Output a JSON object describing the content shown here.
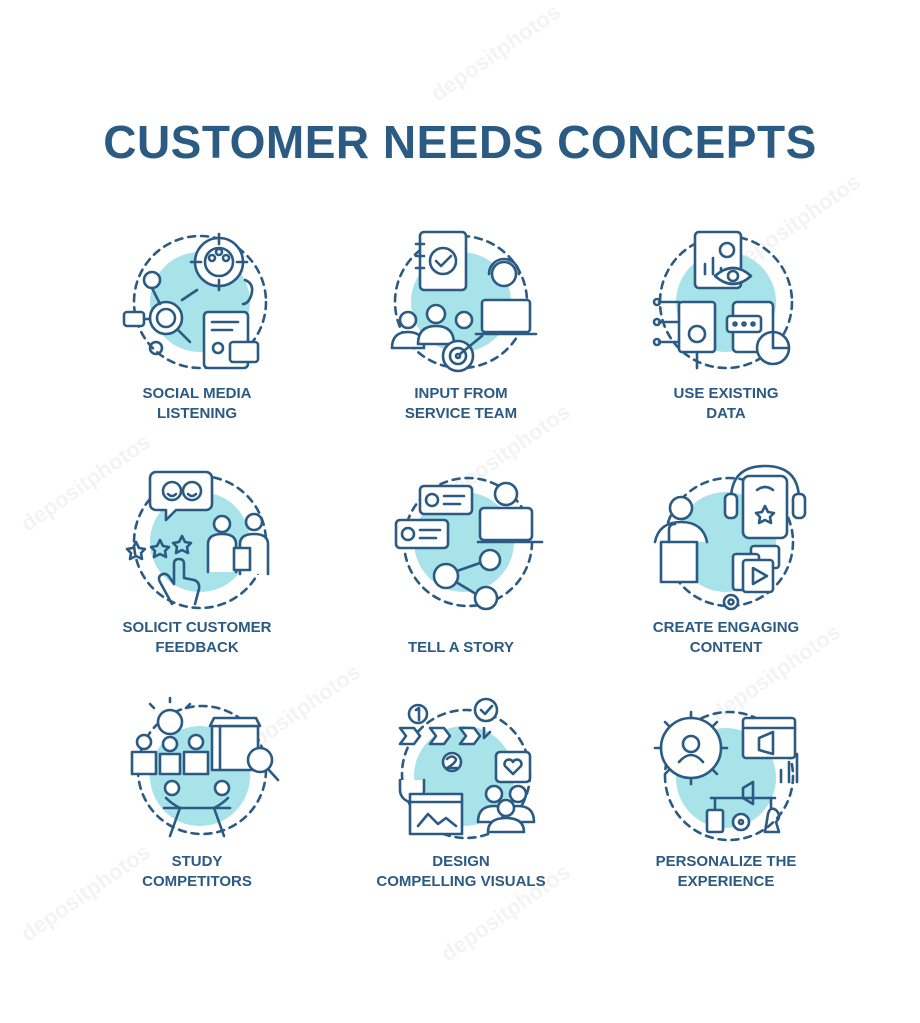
{
  "page": {
    "title": "CUSTOMER NEEDS CONCEPTS",
    "watermark": "depositphotos"
  },
  "colors": {
    "primary": "#2b5a82",
    "accent": "#a8e3ea",
    "background": "#ffffff"
  },
  "concepts": [
    {
      "line1": "SOCIAL MEDIA",
      "line2": "LISTENING",
      "icon": "social-media-listening-icon"
    },
    {
      "line1": "INPUT FROM",
      "line2": "SERVICE TEAM",
      "icon": "service-team-input-icon"
    },
    {
      "line1": "USE EXISTING",
      "line2": "DATA",
      "icon": "existing-data-icon"
    },
    {
      "line1": "SOLICIT CUSTOMER",
      "line2": "FEEDBACK",
      "icon": "customer-feedback-icon"
    },
    {
      "line1": "TELL A STORY",
      "line2": "",
      "icon": "storytelling-icon"
    },
    {
      "line1": "CREATE ENGAGING",
      "line2": "CONTENT",
      "icon": "engaging-content-icon"
    },
    {
      "line1": "STUDY",
      "line2": "COMPETITORS",
      "icon": "study-competitors-icon"
    },
    {
      "line1": "DESIGN",
      "line2": "COMPELLING VISUALS",
      "icon": "compelling-visuals-icon"
    },
    {
      "line1": "PERSONALIZE THE",
      "line2": "EXPERIENCE",
      "icon": "personalize-experience-icon"
    }
  ]
}
